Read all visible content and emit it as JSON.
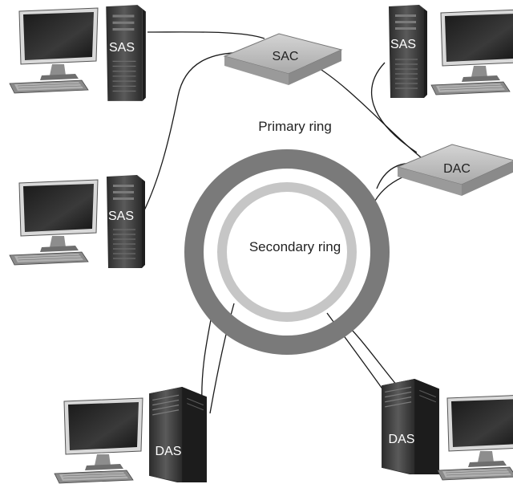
{
  "diagram": {
    "rings": {
      "primary_label": "Primary ring",
      "secondary_label": "Secondary ring"
    },
    "concentrators": {
      "sac_label": "SAC",
      "dac_label": "DAC"
    },
    "stations": {
      "sas_top_left": "SAS",
      "sas_top_right": "SAS",
      "sas_middle_left": "SAS",
      "das_bottom_left": "DAS",
      "das_bottom_right": "DAS"
    },
    "colors": {
      "primary_ring": "#7a7a7a",
      "secondary_ring": "#c6c6c6",
      "tower": "#3a3a3a",
      "concentrator": "#bdbdbd"
    }
  }
}
